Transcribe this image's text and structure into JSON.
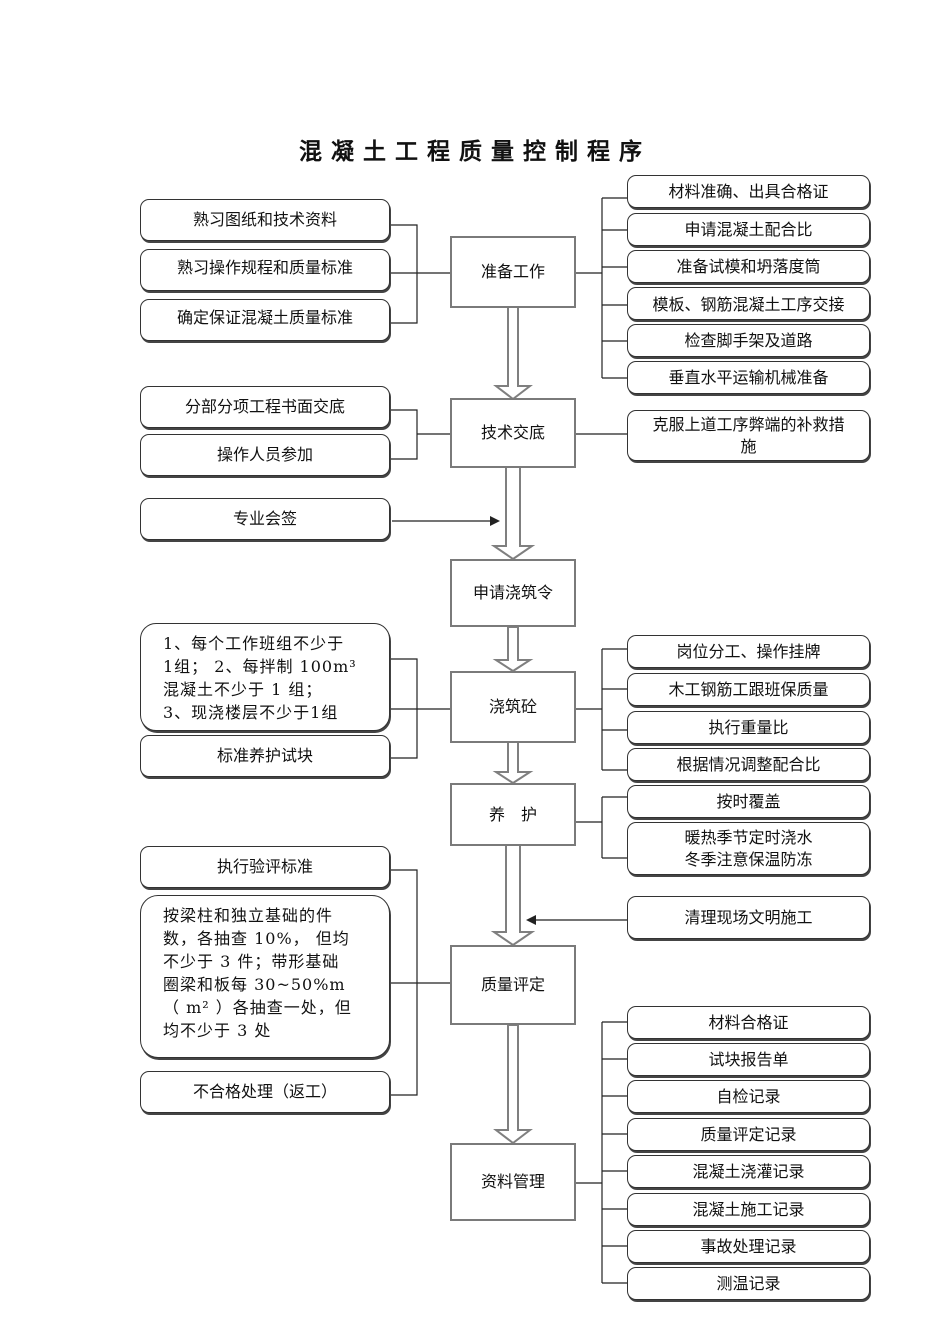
{
  "title": "混凝土工程质量控制程序",
  "main_steps": [
    "准备工作",
    "技术交底",
    "申请浇筑令",
    "浇筑砼",
    "养　护",
    "质量评定",
    "资料管理"
  ],
  "prepare": {
    "left": [
      "熟习图纸和技术资料",
      "熟习操作规程和质量标准",
      "确定保证混凝土质量标准"
    ],
    "right": [
      "材料准确、出具合格证",
      "申请混凝土配合比",
      "准备试模和坍落度筒",
      "模板、钢筋混凝土工序交接",
      "检查脚手架及道路",
      "垂直水平运输机械准备"
    ]
  },
  "tech": {
    "left": [
      "分部分项工程书面交底",
      "操作人员参加"
    ],
    "right": [
      "克服上道工序弊端的补救措施"
    ],
    "sign": "专业会签"
  },
  "pour": {
    "left_lines": [
      "1、每个工作班组不少于",
      "1组； 2、每拌制 100m³",
      "混凝土不少于 1 组；",
      "3、现浇楼层不少于1组"
    ],
    "left_bottom": "标准养护试块",
    "right": [
      "岗位分工、操作挂牌",
      "木工钢筋工跟班保质量",
      "执行重量比",
      "根据情况调整配合比"
    ]
  },
  "cure": {
    "right": [
      "按时覆盖"
    ],
    "right_lines": [
      "暖热季节定时浇水",
      "冬季注意保温防冻"
    ]
  },
  "clean": "清理现场文明施工",
  "quality": {
    "top": "执行验评标准",
    "middle_lines": [
      "按梁柱和独立基础的件",
      "数，各抽查 10%， 但均",
      "不少于 3 件；带形基础",
      "圈梁和板每 30~50%m",
      "（ m² ）各抽查一处，但",
      "均不少于 3 处"
    ],
    "bottom": "不合格处理（返工）"
  },
  "records": [
    "材料合格证",
    "试块报告单",
    "自检记录",
    "质量评定记录",
    "混凝土浇灌记录",
    "混凝土施工记录",
    "事故处理记录",
    "测温记录"
  ]
}
